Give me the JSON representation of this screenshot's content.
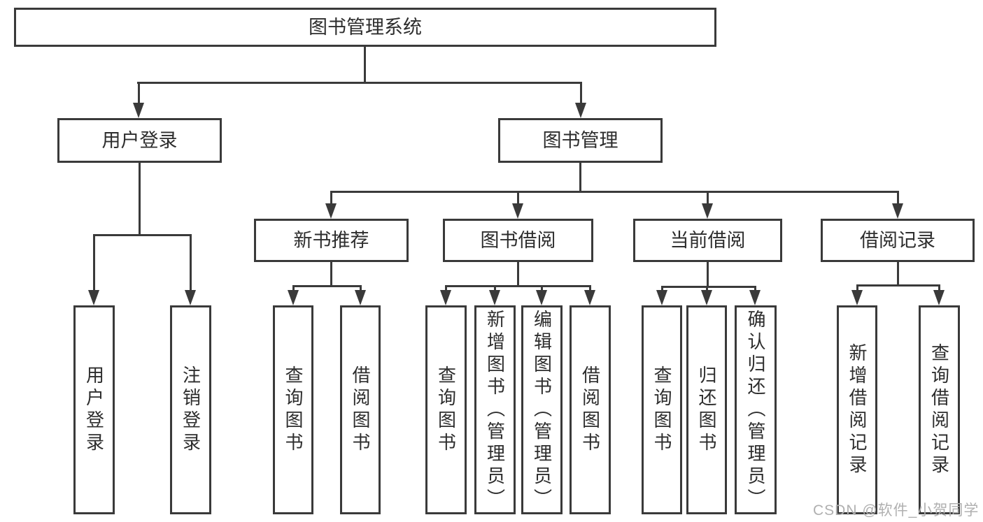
{
  "tree": {
    "root": "图书管理系统",
    "branches": [
      {
        "label": "用户登录",
        "children": [
          "用户登录",
          "注销登录"
        ]
      },
      {
        "label": "图书管理",
        "groups": [
          {
            "label": "新书推荐",
            "children": [
              "查询图书",
              "借阅图书"
            ]
          },
          {
            "label": "图书借阅",
            "children": [
              "查询图书",
              "新增图书（管理员）",
              "编辑图书（管理员）",
              "借阅图书"
            ]
          },
          {
            "label": "当前借阅",
            "children": [
              "查询图书",
              "归还图书",
              "确认归还（管理员）"
            ]
          },
          {
            "label": "借阅记录",
            "children": [
              "新增借阅记录",
              "查询借阅记录"
            ]
          }
        ]
      }
    ]
  },
  "watermark": "CSDN @软件_小贺同学",
  "colors": {
    "line": "#3a3a3a",
    "text": "#2d2d2d",
    "background": "#ffffff",
    "box_background": "#ffffff",
    "watermark": "#b0b0b0"
  }
}
